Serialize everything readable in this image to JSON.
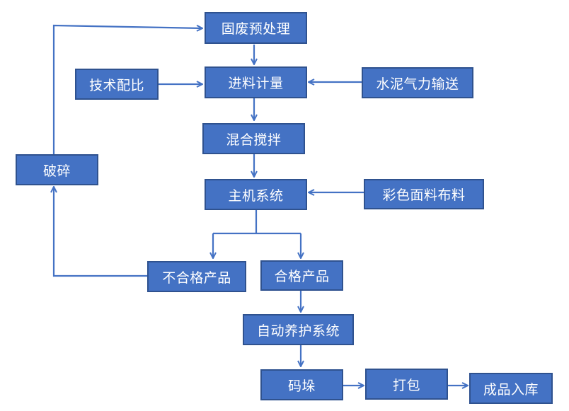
{
  "colors": {
    "box_fill": "#4472c4",
    "box_border": "#2f528f",
    "arrow": "#4472c4",
    "text": "#ffffff"
  },
  "nodes": {
    "pretreat": "固废预处理",
    "ratio": "技术配比",
    "metering": "进料计量",
    "cement": "水泥气力输送",
    "mixing": "混合搅拌",
    "crush": "破碎",
    "main_machine": "主机系统",
    "color_fabric": "彩色面料布料",
    "unqualified": "不合格产品",
    "qualified": "合格产品",
    "curing": "自动养护系统",
    "stacking": "码垛",
    "packing": "打包",
    "warehouse": "成品入库"
  }
}
